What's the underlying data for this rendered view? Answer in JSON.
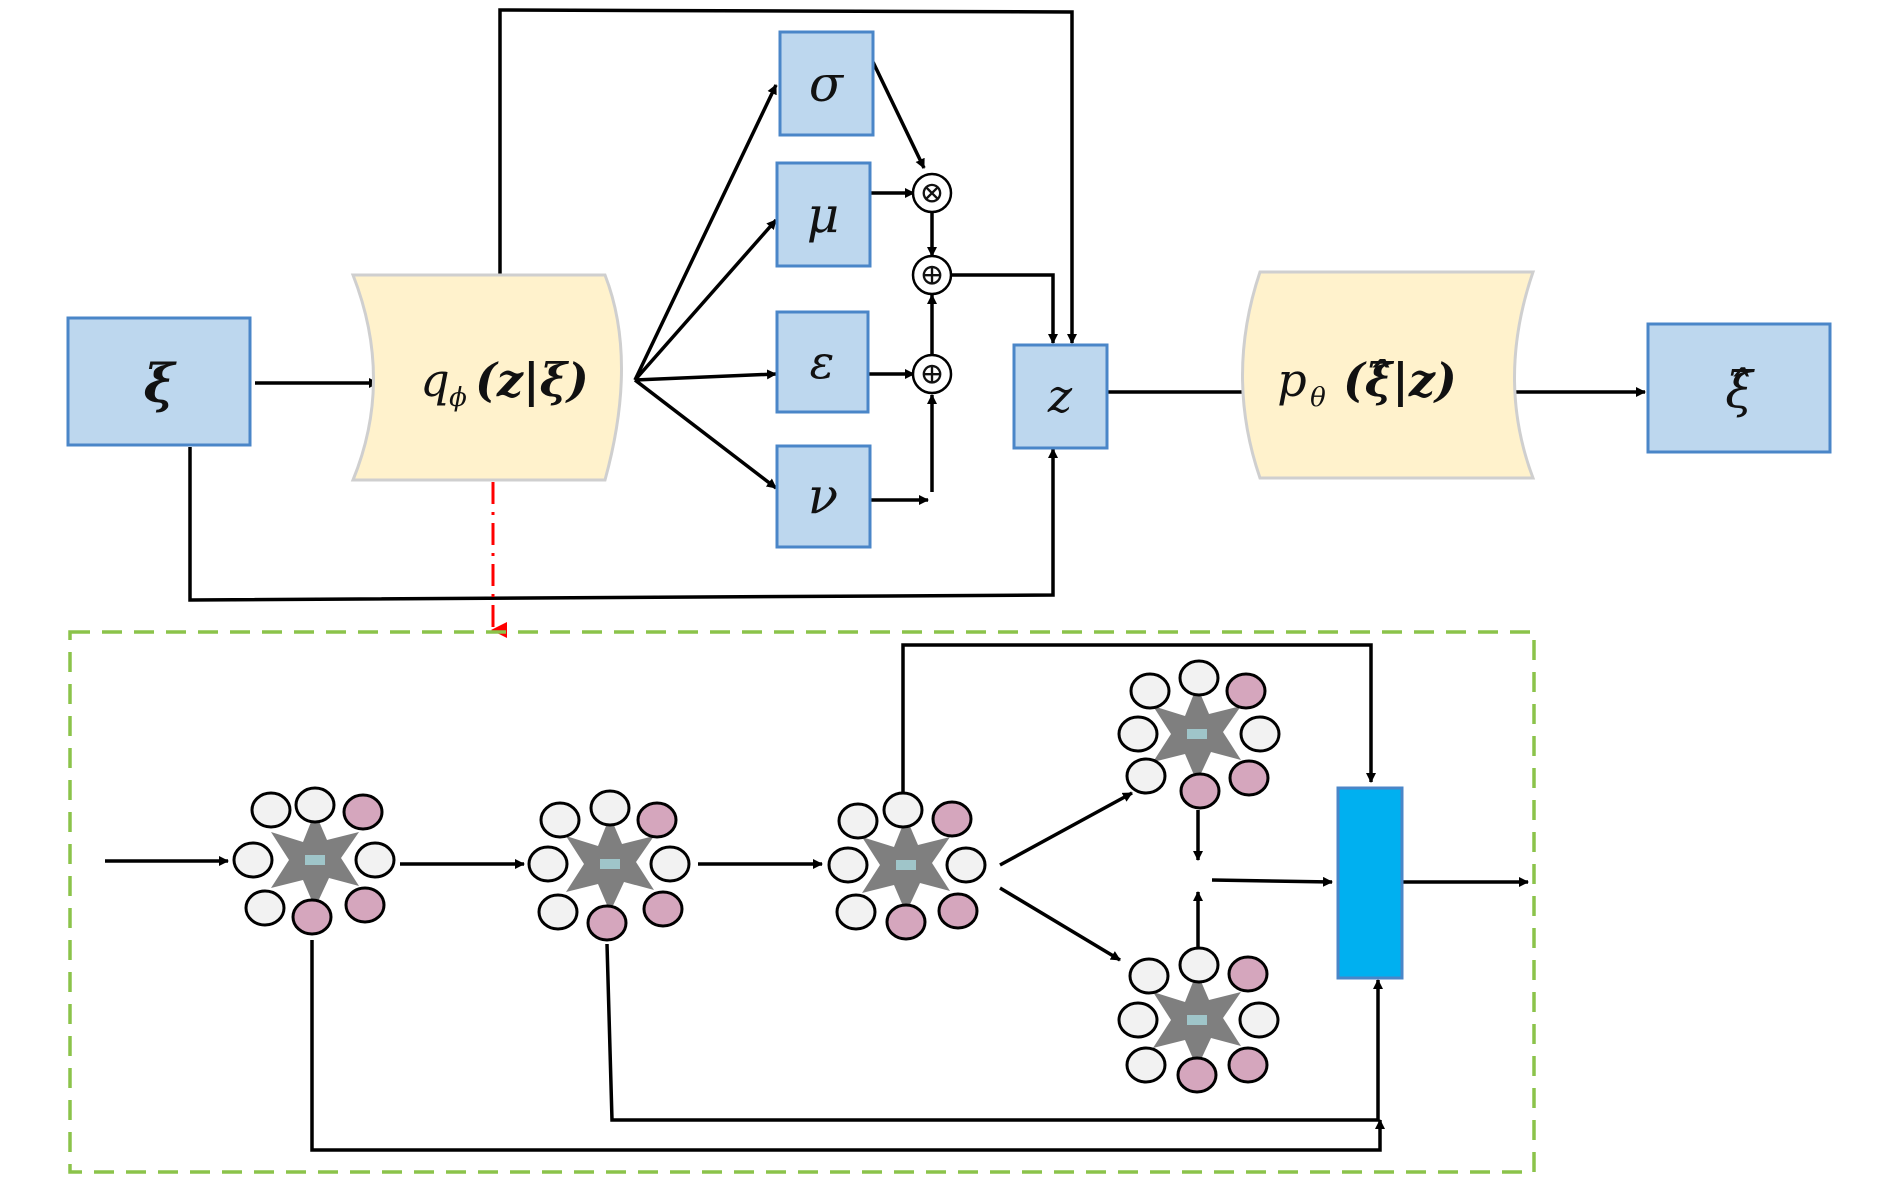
{
  "labels": {
    "input": "ξ",
    "encoder": "q",
    "encoder_sub": "ϕ",
    "encoder_args": "(z|ξ)",
    "sigma": "σ",
    "mu": "μ",
    "epsilon": "ε",
    "nu": "ν",
    "latent": "z",
    "decoder": "p",
    "decoder_sub": "θ",
    "decoder_args": "(ξ̂|z)",
    "output": "ξ̂",
    "multiply_op": "⊗",
    "add_op_1": "⊕",
    "add_op_2": "⊕"
  },
  "colors": {
    "box_fill": "#bdd7ee",
    "box_stroke": "#4a86c8",
    "cylinder_fill": "#fff2cc",
    "dashed_border": "#8bc34a",
    "red_dashdot": "#ff0000",
    "node_pink": "#d5a6bd",
    "node_white": "#f2f2f2",
    "star_gray": "#7f7f7f",
    "aggregator": "#00b0f0"
  },
  "icons": {
    "graph_node_cluster": "star-with-neighbors",
    "aggregator_block": "blue-rectangle"
  }
}
